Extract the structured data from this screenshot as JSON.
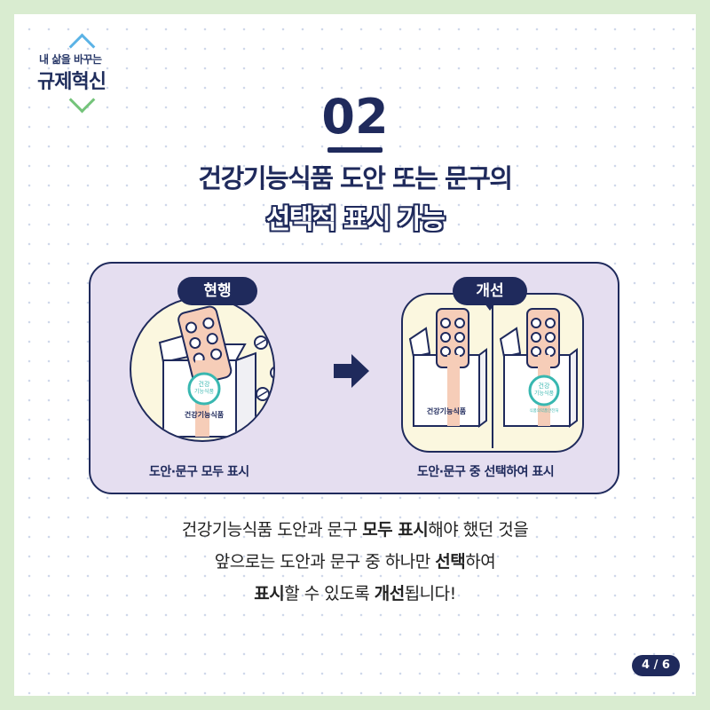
{
  "logo": {
    "line1": "내 삶을 바꾸는",
    "line2": "규제혁신"
  },
  "header": {
    "number": "02",
    "title_line1": "건강기능식품 도안 또는 문구의",
    "title_line2": "선택적 표시 가능"
  },
  "comparison": {
    "current": {
      "label": "현행",
      "caption": "도안·문구 모두 표시"
    },
    "improved": {
      "label": "개선",
      "caption": "도안·문구 중 선택하여 표시"
    },
    "box_label": "건강기능식품",
    "badge_line1": "건강",
    "badge_line2": "기능식품",
    "badge_small": "식품의약품안전처"
  },
  "body": {
    "l1_a": "건강기능식품 도안과 문구 ",
    "l1_b": "모두 표시",
    "l1_c": "해야 했던 것을",
    "l2_a": "앞으로는 도안과 문구 중 하나만 ",
    "l2_b": "선택",
    "l2_c": "하여",
    "l3_a": "표시",
    "l3_b": "할 수 있도록 ",
    "l3_c": "개선",
    "l3_d": "됩니다!"
  },
  "pager": {
    "current": "4",
    "separator": " / ",
    "total": "6"
  },
  "colors": {
    "navy": "#1f2a5c",
    "panel": "#e5def0",
    "cream": "#fbf7df",
    "peach": "#f6cdb8",
    "teal": "#38b7b0"
  }
}
